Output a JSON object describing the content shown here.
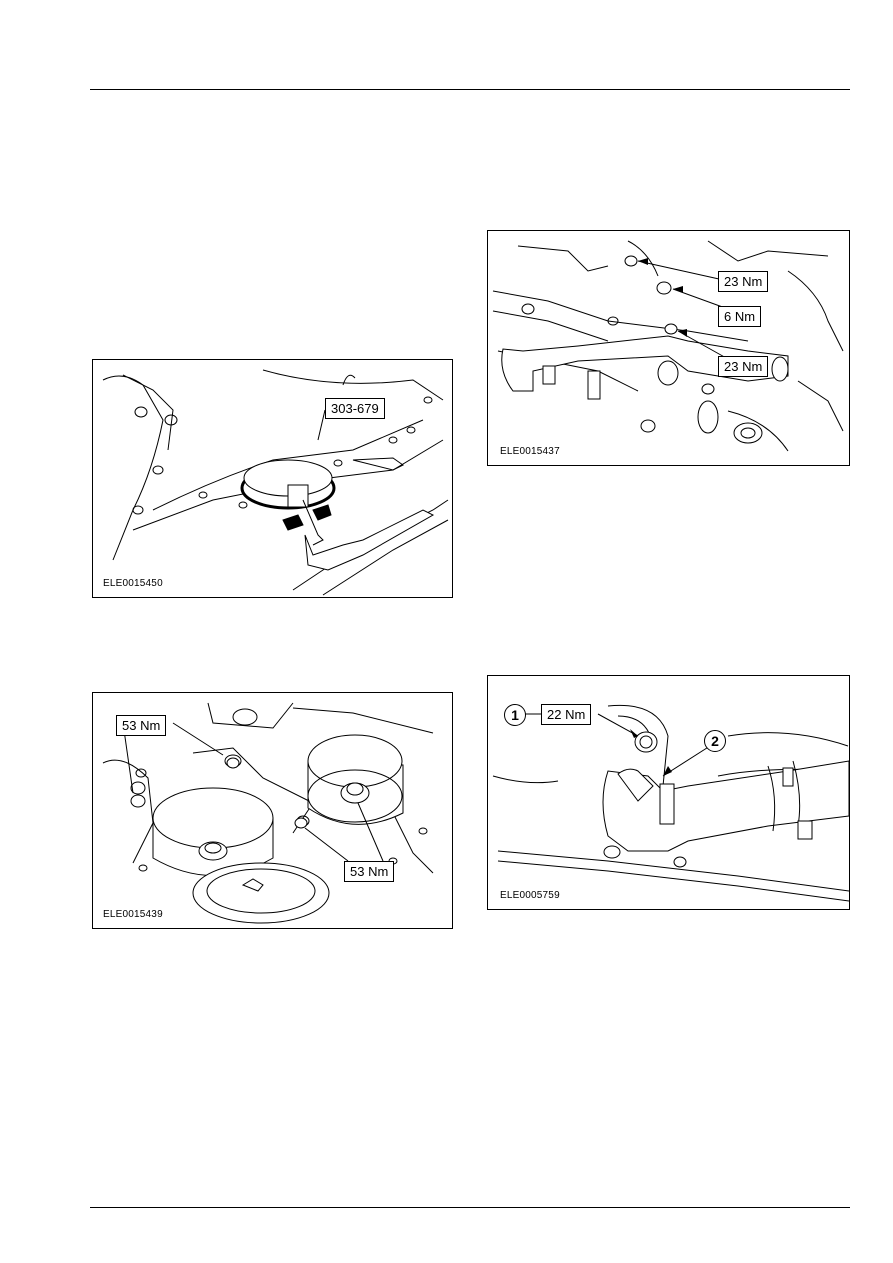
{
  "figures": [
    {
      "id": "ELE0015450",
      "callouts": [
        "303-679"
      ]
    },
    {
      "id": "ELE0015439",
      "callouts": [
        "53 Nm",
        "53 Nm"
      ]
    },
    {
      "id": "ELE0015437",
      "callouts": [
        "23 Nm",
        "6 Nm",
        "23 Nm"
      ]
    },
    {
      "id": "ELE0005759",
      "callouts": [
        "22 Nm"
      ],
      "item_numbers": [
        "1",
        "2"
      ]
    }
  ]
}
